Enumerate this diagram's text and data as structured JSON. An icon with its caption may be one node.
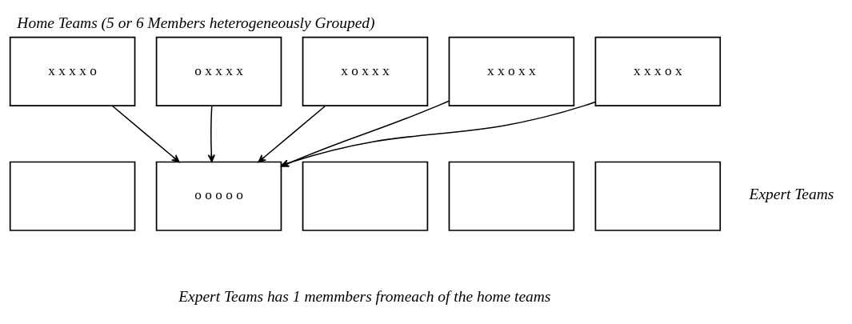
{
  "diagram": {
    "title": "Home Teams (5 or 6 Members heterogeneously Grouped)",
    "caption": "Expert Teams has 1 memmbers fromeach of the home teams",
    "nodes": [
      {
        "text": [
          "x x x x o"
        ]
      },
      {
        "text": [
          "o x x x x"
        ]
      },
      {
        "text": [
          "x o x x x"
        ]
      },
      {
        "text": [
          "x x o x x"
        ]
      },
      {
        "text": [
          "x x x o x"
        ]
      },
      {
        "text": [],
        "shape": "box"
      },
      {
        "text": [
          "o o o o o"
        ]
      },
      {
        "text": [],
        "shape": "box"
      },
      {
        "text": [],
        "shape": "box"
      },
      {
        "text": [],
        "shape": "box"
      }
    ],
    "edges": [
      {
        "from": 0,
        "to": 6,
        "arrow": "to"
      },
      {
        "from": 1,
        "to": 6,
        "arrow": "to"
      },
      {
        "from": 2,
        "to": 6,
        "arrow": "to"
      },
      {
        "from": 3,
        "to": 6,
        "arrow": "to"
      },
      {
        "from": 4,
        "to": 6,
        "arrow": "to"
      }
    ],
    "labels": [
      "Expert Teams"
    ]
  }
}
